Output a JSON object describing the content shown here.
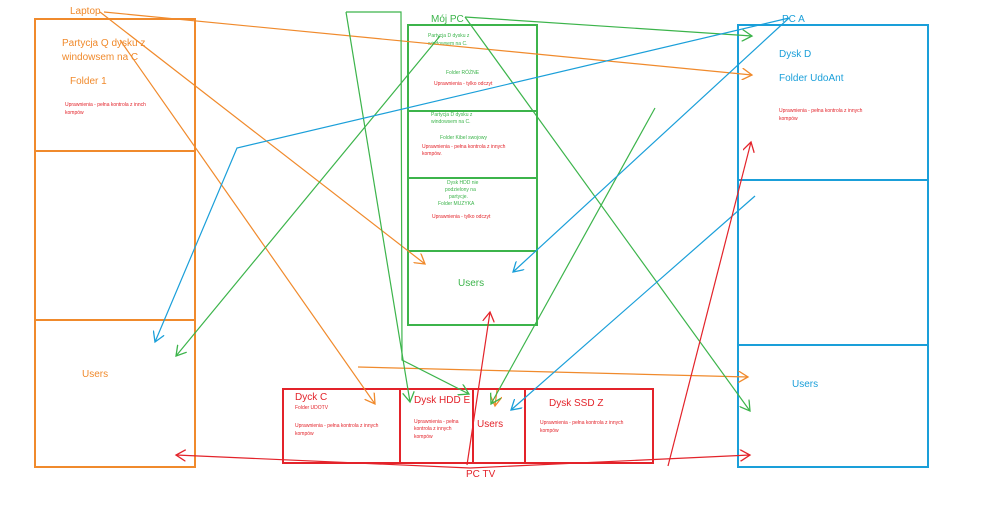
{
  "colors": {
    "laptop": "#f08a2c",
    "moj_pc": "#3cb44b",
    "pc_a": "#1a9fd9",
    "pc_tv": "#e3232a"
  },
  "laptop": {
    "label": "Laptop",
    "partition_l1": "Partycja Q dysku z",
    "partition_l2": "windowsem na C",
    "folder": "Folder 1",
    "perm_l1": "Uprawnienia - pełna kontrola z innch",
    "perm_l2": "kompów",
    "users": "Users"
  },
  "moj_pc": {
    "label": "Mój PC",
    "s1_l1": "Partycja D dysku z",
    "s1_l2": "windowsem na C.",
    "s1_folder": "Folder RÓŻNE",
    "s1_perm": "Uprawnienia - tylko odczyt",
    "s2_l1": "Partycja D dysku z",
    "s2_l2": "windowsem na C.",
    "s2_folder": "Folder Kibel swojowy",
    "s2_perm_l1": "Uprawnienia - pełna kontrola z innych",
    "s2_perm_l2": "kompów.",
    "s3_l1": "Dysk HDD nie",
    "s3_l2": "podzielony na",
    "s3_l3": "partycje.",
    "s3_folder": "Folder MUZYKA",
    "s3_perm": "Uprawnienia - tylko odczyt",
    "users": "Users"
  },
  "pc_a": {
    "label": "PC A",
    "disk": "Dysk D",
    "folder": "Folder UdoAnt",
    "perm_l1": "Uprawnienia - pełna kontrola z innych",
    "perm_l2": "kompów",
    "users": "Users"
  },
  "pc_tv": {
    "label": "PC TV",
    "c_title": "Dyck C",
    "c_folder": "Folder UDOTV",
    "c_perm_l1": "Uprawnienia - pełna kontrola z innych",
    "c_perm_l2": "kompów",
    "e_title": "Dysk HDD E",
    "e_perm_l1": "Uprawnienia - pełna",
    "e_perm_l2": "kontrola z innych",
    "e_perm_l3": "kompów",
    "users": "Users",
    "z_title": "Dysk SSD Z",
    "z_perm_l1": "Uprawnienia - pełna kontrola z innych",
    "z_perm_l2": "kompów"
  }
}
